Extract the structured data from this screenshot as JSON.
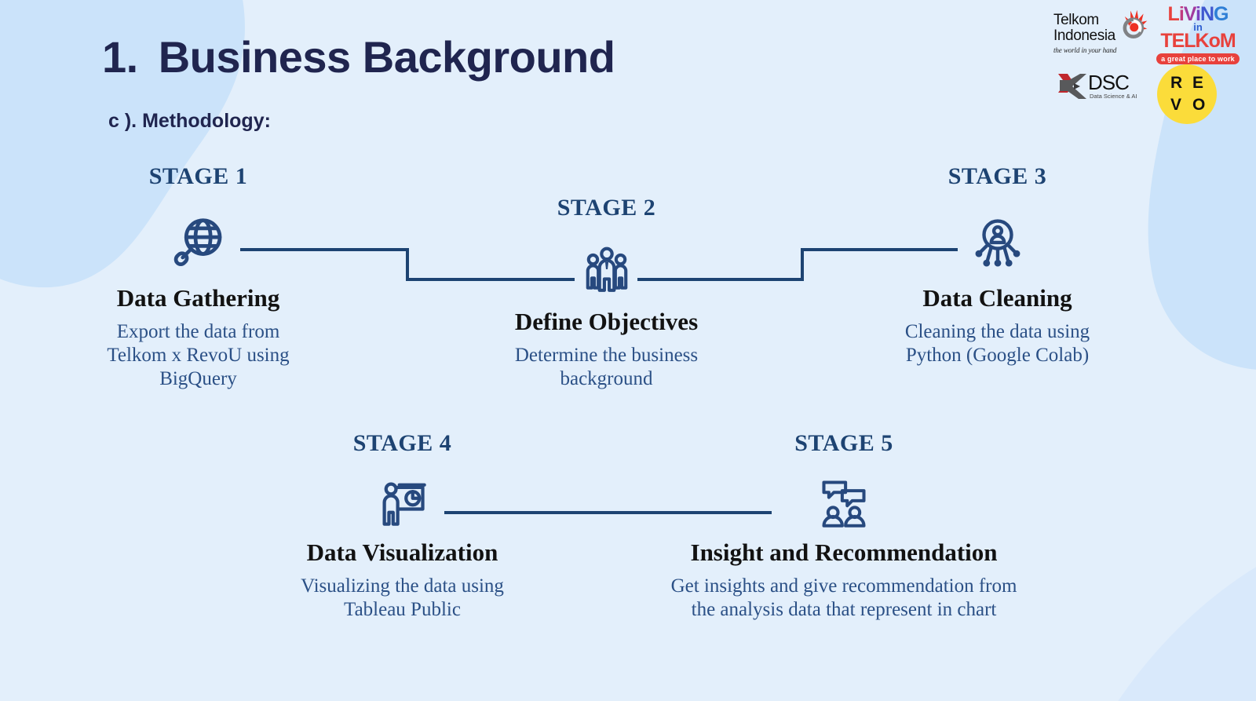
{
  "slide": {
    "background_color": "#e3effb",
    "blob_color": "#cbe3fa",
    "accent_navy": "#1d4372",
    "title_color": "#20254f",
    "heading_number": "1.",
    "heading_text": "Business Background",
    "subheading": "c ). Methodology:"
  },
  "logos": {
    "telkom": {
      "line1": "Telkom",
      "line2": "Indonesia",
      "tagline": "the world in your hand",
      "icon": "telkom-hand-icon"
    },
    "living_in_telkom": {
      "line1": "LiViNG",
      "in": "in",
      "line2": "TELKoM",
      "tagline": "a great place to work"
    },
    "dsc": {
      "name": "DSC",
      "sub": "Data Science & AI",
      "icon": "dsc-x-icon"
    },
    "revou": {
      "letters": [
        "R",
        "E",
        "V",
        "O"
      ],
      "badge_color": "#fbdc3a"
    }
  },
  "stages": [
    {
      "label": "STAGE 1",
      "icon": "globe-search-icon",
      "title": "Data Gathering",
      "desc": "Export the data from\nTelkom x RevoU using\nBigQuery"
    },
    {
      "label": "STAGE 2",
      "icon": "people-group-icon",
      "title": "Define Objectives",
      "desc": "Determine the business\nbackground"
    },
    {
      "label": "STAGE 3",
      "icon": "user-network-icon",
      "title": "Data Cleaning",
      "desc": "Cleaning the data using\nPython (Google Colab)"
    },
    {
      "label": "STAGE 4",
      "icon": "presenter-chart-icon",
      "title": "Data Visualization",
      "desc": "Visualizing the data using\nTableau Public"
    },
    {
      "label": "STAGE 5",
      "icon": "discussion-people-icon",
      "title": "Insight and Recommendation",
      "desc": "Get insights and give recommendation from\nthe analysis data that represent in chart"
    }
  ]
}
